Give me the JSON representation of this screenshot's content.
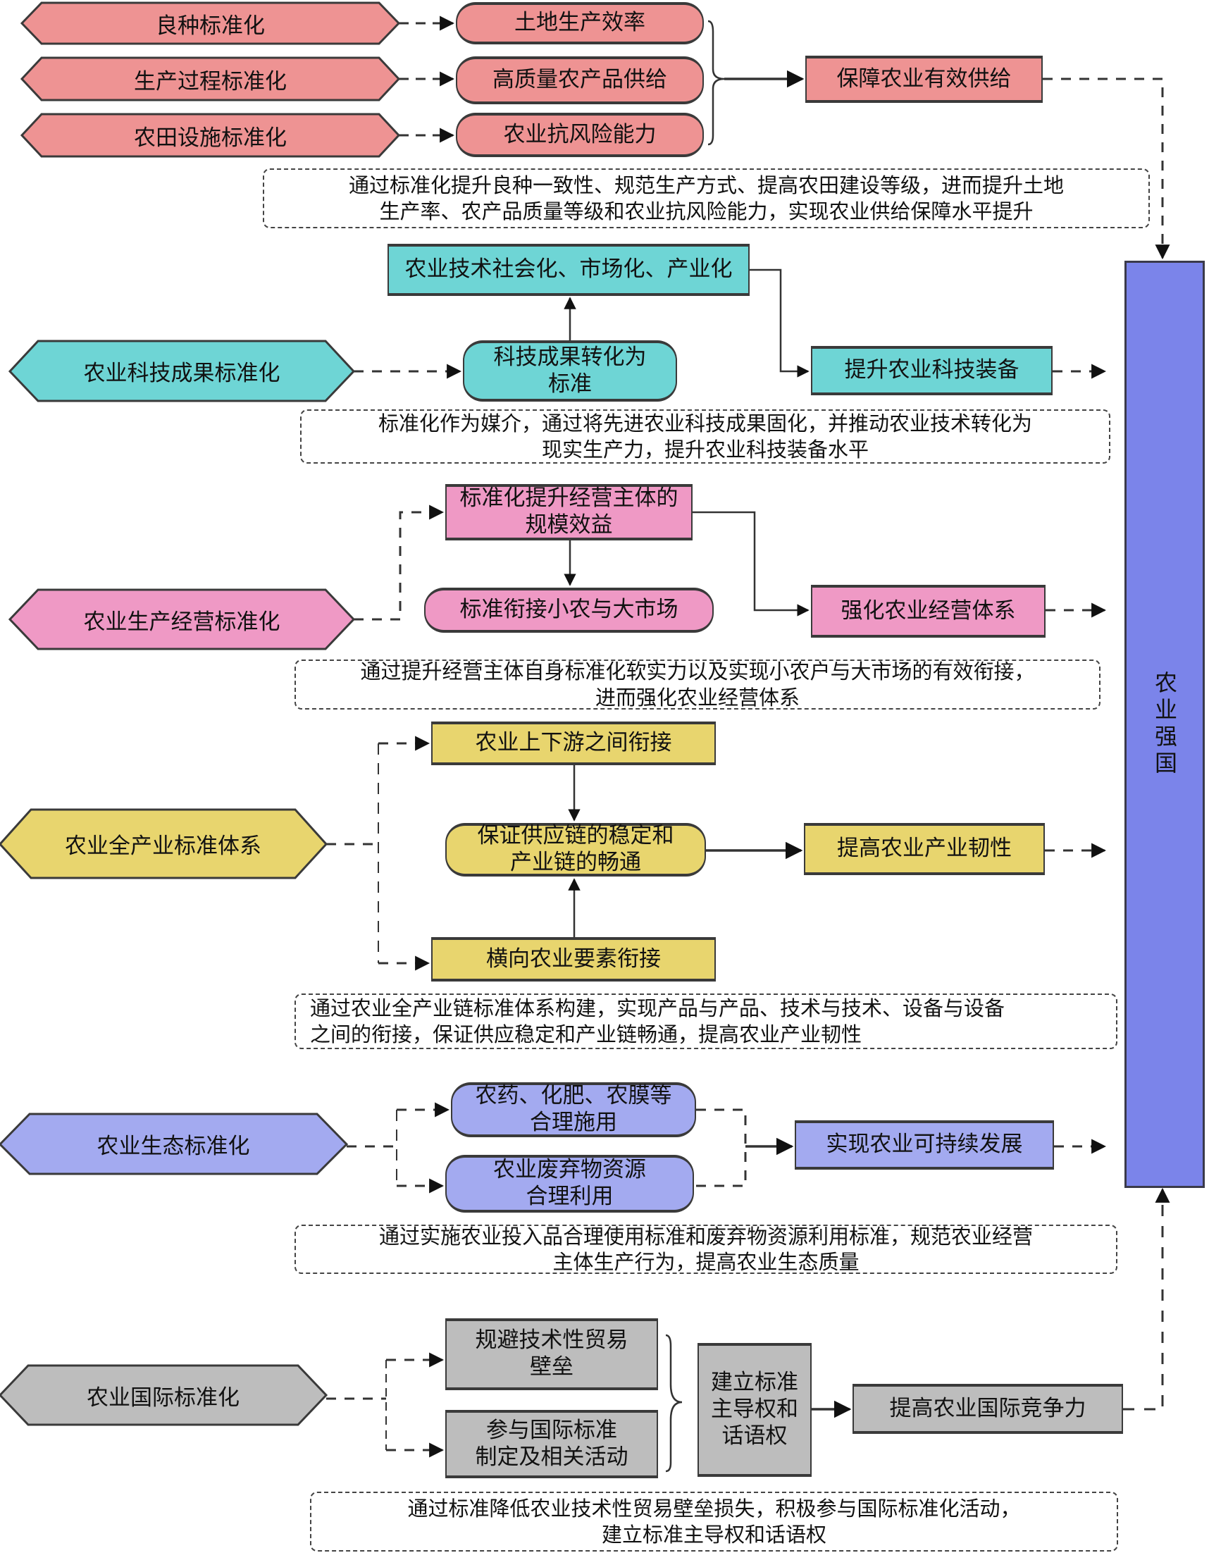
{
  "colors": {
    "red": "#EE9393",
    "teal": "#6ED5D5",
    "pink": "#EF99C5",
    "yellow": "#E8D56E",
    "lavender": "#A3AAF0",
    "gray": "#BDBDBD",
    "goal": "#7B84EA",
    "line": "#222222"
  },
  "goal": {
    "label": "农业强国"
  },
  "sections": {
    "supply": {
      "inputs": [
        "良种标准化",
        "生产过程标准化",
        "农田设施标准化"
      ],
      "effects": [
        "土地生产效率",
        "高质量农产品供给",
        "农业抗风险能力"
      ],
      "outcome": "保障农业有效供给",
      "note": [
        "通过标准化提升良种一致性、规范生产方式、提高农田建设等级，进而提升土地",
        "生产率、农产品质量等级和农业抗风险能力，实现农业供给保障水平提升"
      ]
    },
    "tech": {
      "input": "农业科技成果标准化",
      "middle": [
        "科技成果转化为",
        "标准"
      ],
      "top": "农业技术社会化、市场化、产业化",
      "outcome": "提升农业科技装备",
      "note": [
        "标准化作为媒介，通过将先进农业科技成果固化，并推动农业技术转化为",
        "现实生产力，提升农业科技装备水平"
      ]
    },
    "operation": {
      "input": "农业生产经营标准化",
      "top": [
        "标准化提升经营主体的",
        "规模效益"
      ],
      "middle": "标准衔接小农与大市场",
      "outcome": "强化农业经营体系",
      "note": [
        "通过提升经营主体自身标准化软实力以及实现小农户与大市场的有效衔接，",
        "进而强化农业经营体系"
      ]
    },
    "industry": {
      "input": "农业全产业标准体系",
      "top": "农业上下游之间衔接",
      "middle": [
        "保证供应链的稳定和",
        "产业链的畅通"
      ],
      "bottom": "横向农业要素衔接",
      "outcome": "提高农业产业韧性",
      "note": [
        "通过农业全产业链标准体系构建，实现产品与产品、技术与技术、设备与设备",
        "之间的衔接，保证供应稳定和产业链畅通，提高农业产业韧性"
      ]
    },
    "ecology": {
      "input": "农业生态标准化",
      "top": [
        "农药、化肥、农膜等",
        "合理施用"
      ],
      "bottom": [
        "农业废弃物资源",
        "合理利用"
      ],
      "outcome": "实现农业可持续发展",
      "note": [
        "通过实施农业投入品合理使用标准和废弃物资源利用标准，规范农业经营",
        "主体生产行为，提高农业生态质量"
      ]
    },
    "international": {
      "input": "农业国际标准化",
      "top": [
        "规避技术性贸易",
        "壁垒"
      ],
      "bottom": [
        "参与国际标准",
        "制定及相关活动"
      ],
      "merge": [
        "建立标准",
        "主导权和",
        "话语权"
      ],
      "outcome": "提高农业国际竞争力",
      "note": [
        "通过标准降低农业技术性贸易壁垒损失，积极参与国际标准化活动，",
        "建立标准主导权和话语权"
      ]
    }
  }
}
